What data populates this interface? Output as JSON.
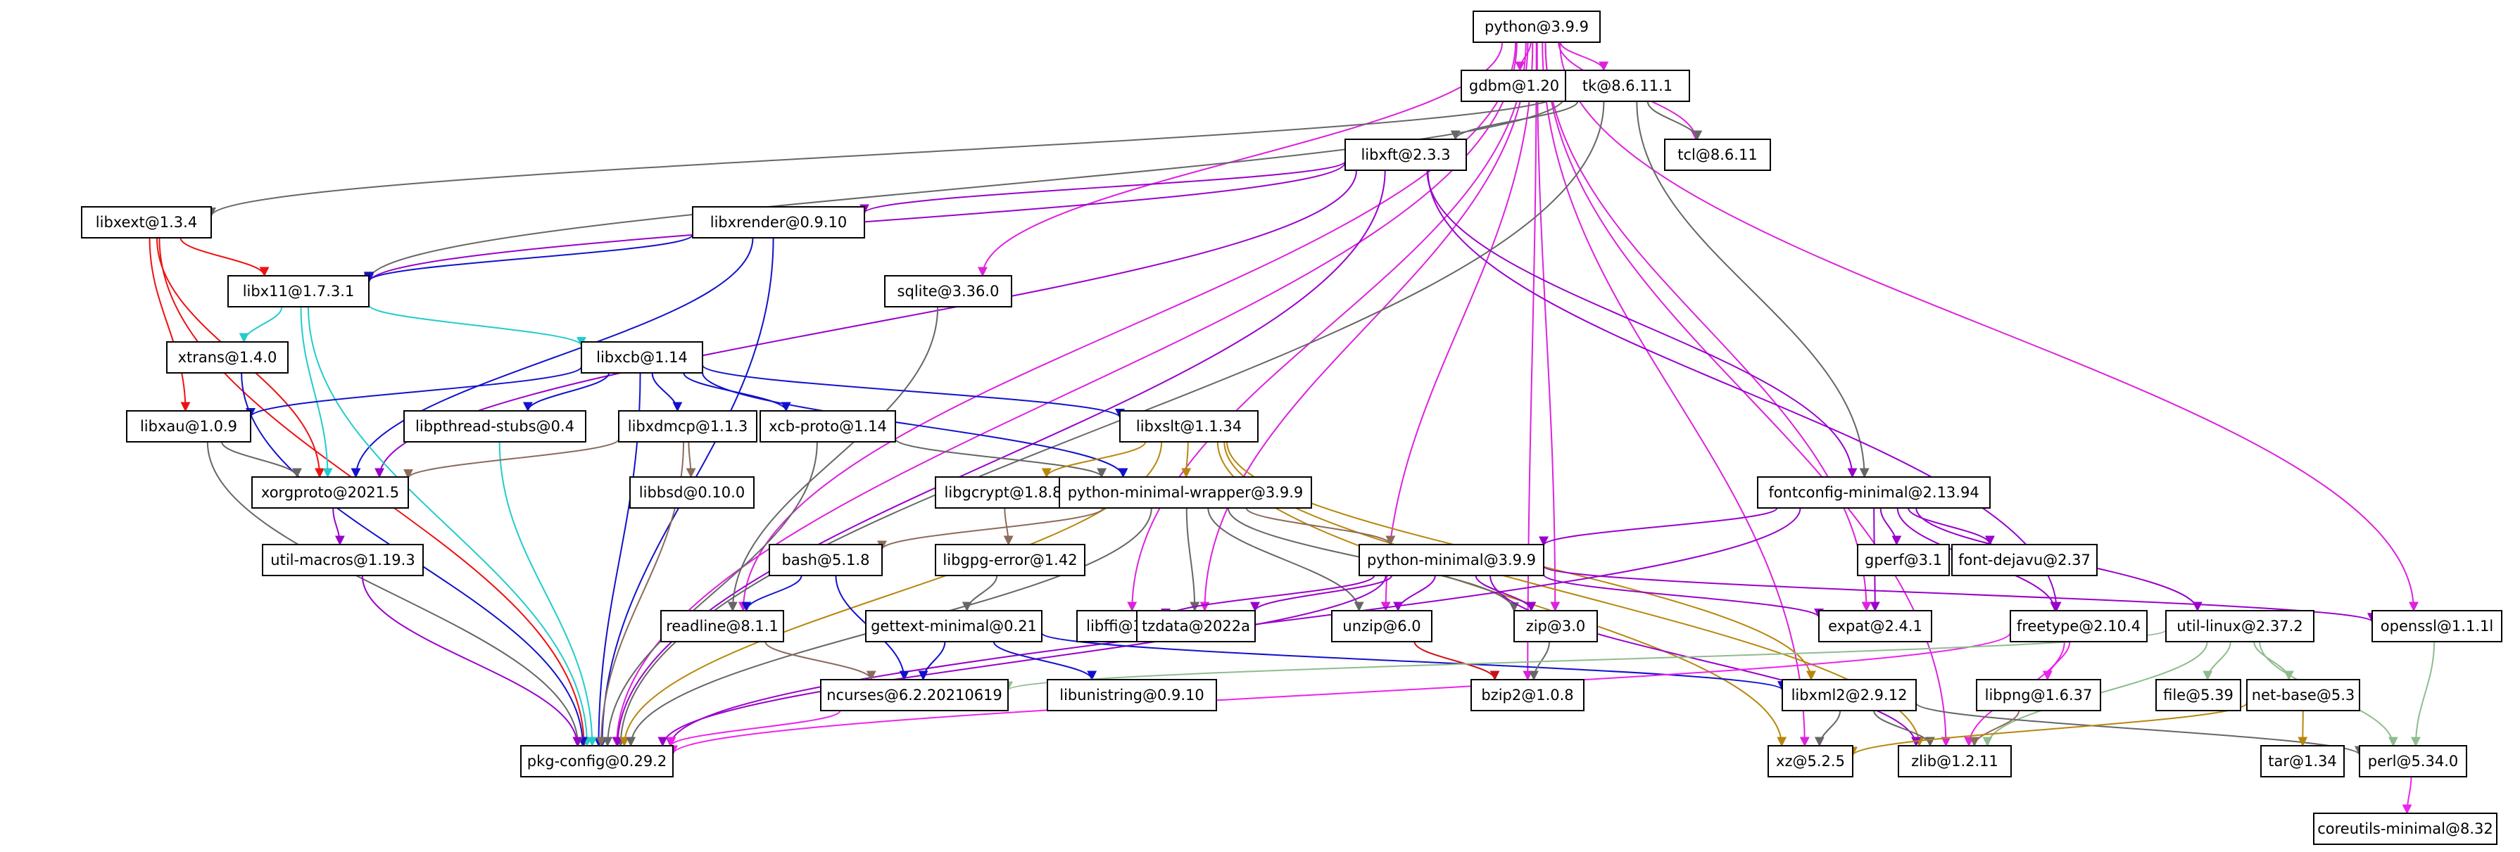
{
  "graph": {
    "nodes": [
      {
        "id": "python@3.9.9",
        "label": "python@3.9.9"
      },
      {
        "id": "gdbm@1.20",
        "label": "gdbm@1.20"
      },
      {
        "id": "tk@8.6.11.1",
        "label": "tk@8.6.11.1"
      },
      {
        "id": "tcl@8.6.11",
        "label": "tcl@8.6.11"
      },
      {
        "id": "libxft@2.3.3",
        "label": "libxft@2.3.3"
      },
      {
        "id": "libxext@1.3.4",
        "label": "libxext@1.3.4"
      },
      {
        "id": "libxrender@0.9.10",
        "label": "libxrender@0.9.10"
      },
      {
        "id": "libx11@1.7.3.1",
        "label": "libx11@1.7.3.1"
      },
      {
        "id": "sqlite@3.36.0",
        "label": "sqlite@3.36.0"
      },
      {
        "id": "xtrans@1.4.0",
        "label": "xtrans@1.4.0"
      },
      {
        "id": "libxcb@1.14",
        "label": "libxcb@1.14"
      },
      {
        "id": "libxau@1.0.9",
        "label": "libxau@1.0.9"
      },
      {
        "id": "libpthread-stubs@0.4",
        "label": "libpthread-stubs@0.4"
      },
      {
        "id": "libxdmcp@1.1.3",
        "label": "libxdmcp@1.1.3"
      },
      {
        "id": "xcb-proto@1.14",
        "label": "xcb-proto@1.14"
      },
      {
        "id": "libxslt@1.1.34",
        "label": "libxslt@1.1.34"
      },
      {
        "id": "xorgproto@2021.5",
        "label": "xorgproto@2021.5"
      },
      {
        "id": "libbsd@0.10.0",
        "label": "libbsd@0.10.0"
      },
      {
        "id": "libgcrypt@1.8.8",
        "label": "libgcrypt@1.8.8"
      },
      {
        "id": "python-minimal-wrapper@3.9.9",
        "label": "python-minimal-wrapper@3.9.9"
      },
      {
        "id": "fontconfig-minimal@2.13.94",
        "label": "fontconfig-minimal@2.13.94"
      },
      {
        "id": "util-macros@1.19.3",
        "label": "util-macros@1.19.3"
      },
      {
        "id": "libgpg-error@1.42",
        "label": "libgpg-error@1.42"
      },
      {
        "id": "bash@5.1.8",
        "label": "bash@5.1.8"
      },
      {
        "id": "python-minimal@3.9.9",
        "label": "python-minimal@3.9.9"
      },
      {
        "id": "gperf@3.1",
        "label": "gperf@3.1"
      },
      {
        "id": "font-dejavu@2.37",
        "label": "font-dejavu@2.37"
      },
      {
        "id": "readline@8.1.1",
        "label": "readline@8.1.1"
      },
      {
        "id": "gettext-minimal@0.21",
        "label": "gettext-minimal@0.21"
      },
      {
        "id": "libffi@3.3",
        "label": "libffi@3.3"
      },
      {
        "id": "tzdata@2022a",
        "label": "tzdata@2022a"
      },
      {
        "id": "unzip@6.0",
        "label": "unzip@6.0"
      },
      {
        "id": "zip@3.0",
        "label": "zip@3.0"
      },
      {
        "id": "expat@2.4.1",
        "label": "expat@2.4.1"
      },
      {
        "id": "freetype@2.10.4",
        "label": "freetype@2.10.4"
      },
      {
        "id": "util-linux@2.37.2",
        "label": "util-linux@2.37.2"
      },
      {
        "id": "openssl@1.1.1l",
        "label": "openssl@1.1.1l"
      },
      {
        "id": "ncurses@6.2.20210619",
        "label": "ncurses@6.2.20210619"
      },
      {
        "id": "libunistring@0.9.10",
        "label": "libunistring@0.9.10"
      },
      {
        "id": "bzip2@1.0.8",
        "label": "bzip2@1.0.8"
      },
      {
        "id": "libxml2@2.9.12",
        "label": "libxml2@2.9.12"
      },
      {
        "id": "libpng@1.6.37",
        "label": "libpng@1.6.37"
      },
      {
        "id": "file@5.39",
        "label": "file@5.39"
      },
      {
        "id": "net-base@5.3",
        "label": "net-base@5.3"
      },
      {
        "id": "pkg-config@0.29.2",
        "label": "pkg-config@0.29.2"
      },
      {
        "id": "xz@5.2.5",
        "label": "xz@5.2.5"
      },
      {
        "id": "zlib@1.2.11",
        "label": "zlib@1.2.11"
      },
      {
        "id": "tar@1.34",
        "label": "tar@1.34"
      },
      {
        "id": "perl@5.34.0",
        "label": "perl@5.34.0"
      },
      {
        "id": "coreutils-minimal@8.32",
        "label": "coreutils-minimal@8.32"
      }
    ],
    "edges": [
      {
        "from": "python@3.9.9",
        "to": "gdbm@1.20",
        "color": "#dd22dd"
      },
      {
        "from": "python@3.9.9",
        "to": "tk@8.6.11.1",
        "color": "#dd22dd"
      },
      {
        "from": "python@3.9.9",
        "to": "tcl@8.6.11",
        "color": "#dd22dd"
      },
      {
        "from": "python@3.9.9",
        "to": "sqlite@3.36.0",
        "color": "#dd22dd"
      },
      {
        "from": "python@3.9.9",
        "to": "readline@8.1.1",
        "color": "#dd22dd"
      },
      {
        "from": "python@3.9.9",
        "to": "libffi@3.3",
        "color": "#dd22dd"
      },
      {
        "from": "python@3.9.9",
        "to": "tzdata@2022a",
        "color": "#dd22dd"
      },
      {
        "from": "python@3.9.9",
        "to": "unzip@6.0",
        "color": "#dd22dd"
      },
      {
        "from": "python@3.9.9",
        "to": "zip@3.0",
        "color": "#dd22dd"
      },
      {
        "from": "python@3.9.9",
        "to": "bzip2@1.0.8",
        "color": "#dd22dd"
      },
      {
        "from": "python@3.9.9",
        "to": "expat@2.4.1",
        "color": "#dd22dd"
      },
      {
        "from": "python@3.9.9",
        "to": "openssl@1.1.1l",
        "color": "#dd22dd"
      },
      {
        "from": "python@3.9.9",
        "to": "zlib@1.2.11",
        "color": "#dd22dd"
      },
      {
        "from": "python@3.9.9",
        "to": "pkg-config@0.29.2",
        "color": "#dd22dd"
      },
      {
        "from": "python@3.9.9",
        "to": "xz@5.2.5",
        "color": "#dd22dd"
      },
      {
        "from": "tk@8.6.11.1",
        "to": "tcl@8.6.11",
        "color": "#666666"
      },
      {
        "from": "tk@8.6.11.1",
        "to": "libxft@2.3.3",
        "color": "#666666"
      },
      {
        "from": "tk@8.6.11.1",
        "to": "libxext@1.3.4",
        "color": "#666666"
      },
      {
        "from": "tk@8.6.11.1",
        "to": "libx11@1.7.3.1",
        "color": "#666666"
      },
      {
        "from": "tk@8.6.11.1",
        "to": "fontconfig-minimal@2.13.94",
        "color": "#666666"
      },
      {
        "from": "tk@8.6.11.1",
        "to": "pkg-config@0.29.2",
        "color": "#666666"
      },
      {
        "from": "libxft@2.3.3",
        "to": "libxrender@0.9.10",
        "color": "#9900cc"
      },
      {
        "from": "libxft@2.3.3",
        "to": "libx11@1.7.3.1",
        "color": "#9900cc"
      },
      {
        "from": "libxft@2.3.3",
        "to": "xorgproto@2021.5",
        "color": "#9900cc"
      },
      {
        "from": "libxft@2.3.3",
        "to": "fontconfig-minimal@2.13.94",
        "color": "#9900cc"
      },
      {
        "from": "libxft@2.3.3",
        "to": "freetype@2.10.4",
        "color": "#9900cc"
      },
      {
        "from": "libxft@2.3.3",
        "to": "pkg-config@0.29.2",
        "color": "#9900cc"
      },
      {
        "from": "libxext@1.3.4",
        "to": "libx11@1.7.3.1",
        "color": "#ee1111"
      },
      {
        "from": "libxext@1.3.4",
        "to": "libxau@1.0.9",
        "color": "#ee1111"
      },
      {
        "from": "libxext@1.3.4",
        "to": "xorgproto@2021.5",
        "color": "#ee1111"
      },
      {
        "from": "libxext@1.3.4",
        "to": "pkg-config@0.29.2",
        "color": "#ee1111"
      },
      {
        "from": "libxrender@0.9.10",
        "to": "libx11@1.7.3.1",
        "color": "#1111cc"
      },
      {
        "from": "libxrender@0.9.10",
        "to": "xorgproto@2021.5",
        "color": "#1111cc"
      },
      {
        "from": "libxrender@0.9.10",
        "to": "pkg-config@0.29.2",
        "color": "#1111cc"
      },
      {
        "from": "libx11@1.7.3.1",
        "to": "xtrans@1.4.0",
        "color": "#22cccc"
      },
      {
        "from": "libx11@1.7.3.1",
        "to": "libxcb@1.14",
        "color": "#22cccc"
      },
      {
        "from": "libx11@1.7.3.1",
        "to": "xorgproto@2021.5",
        "color": "#22cccc"
      },
      {
        "from": "libx11@1.7.3.1",
        "to": "pkg-config@0.29.2",
        "color": "#22cccc"
      },
      {
        "from": "sqlite@3.36.0",
        "to": "readline@8.1.1",
        "color": "#666666"
      },
      {
        "from": "xtrans@1.4.0",
        "to": "pkg-config@0.29.2",
        "color": "#1111cc"
      },
      {
        "from": "libxcb@1.14",
        "to": "libxau@1.0.9",
        "color": "#1111cc"
      },
      {
        "from": "libxcb@1.14",
        "to": "libpthread-stubs@0.4",
        "color": "#1111cc"
      },
      {
        "from": "libxcb@1.14",
        "to": "libxdmcp@1.1.3",
        "color": "#1111cc"
      },
      {
        "from": "libxcb@1.14",
        "to": "xcb-proto@1.14",
        "color": "#1111cc"
      },
      {
        "from": "libxcb@1.14",
        "to": "libxslt@1.1.34",
        "color": "#1111cc"
      },
      {
        "from": "libxcb@1.14",
        "to": "python-minimal-wrapper@3.9.9",
        "color": "#1111cc"
      },
      {
        "from": "libxcb@1.14",
        "to": "pkg-config@0.29.2",
        "color": "#1111cc"
      },
      {
        "from": "libxau@1.0.9",
        "to": "xorgproto@2021.5",
        "color": "#666666"
      },
      {
        "from": "libxau@1.0.9",
        "to": "pkg-config@0.29.2",
        "color": "#666666"
      },
      {
        "from": "libpthread-stubs@0.4",
        "to": "pkg-config@0.29.2",
        "color": "#22cccc"
      },
      {
        "from": "libxdmcp@1.1.3",
        "to": "xorgproto@2021.5",
        "color": "#8b6b5a"
      },
      {
        "from": "libxdmcp@1.1.3",
        "to": "libbsd@0.10.0",
        "color": "#8b6b5a"
      },
      {
        "from": "libxdmcp@1.1.3",
        "to": "pkg-config@0.29.2",
        "color": "#8b6b5a"
      },
      {
        "from": "xcb-proto@1.14",
        "to": "python-minimal-wrapper@3.9.9",
        "color": "#666666"
      },
      {
        "from": "xcb-proto@1.14",
        "to": "pkg-config@0.29.2",
        "color": "#666666"
      },
      {
        "from": "libxslt@1.1.34",
        "to": "libgcrypt@1.8.8",
        "color": "#b8860b"
      },
      {
        "from": "libxslt@1.1.34",
        "to": "python-minimal-wrapper@3.9.9",
        "color": "#b8860b"
      },
      {
        "from": "libxslt@1.1.34",
        "to": "libxml2@2.9.12",
        "color": "#b8860b"
      },
      {
        "from": "libxslt@1.1.34",
        "to": "xz@5.2.5",
        "color": "#b8860b"
      },
      {
        "from": "libxslt@1.1.34",
        "to": "zlib@1.2.11",
        "color": "#b8860b"
      },
      {
        "from": "libxslt@1.1.34",
        "to": "pkg-config@0.29.2",
        "color": "#b8860b"
      },
      {
        "from": "xorgproto@2021.5",
        "to": "util-macros@1.19.3",
        "color": "#9900cc"
      },
      {
        "from": "util-macros@1.19.3",
        "to": "pkg-config@0.29.2",
        "color": "#9900cc"
      },
      {
        "from": "libgcrypt@1.8.8",
        "to": "libgpg-error@1.42",
        "color": "#8b6b5a"
      },
      {
        "from": "libgpg-error@1.42",
        "to": "gettext-minimal@0.21",
        "color": "#666666"
      },
      {
        "from": "python-minimal-wrapper@3.9.9",
        "to": "bash@5.1.8",
        "color": "#8b6b5a"
      },
      {
        "from": "python-minimal-wrapper@3.9.9",
        "to": "python-minimal@3.9.9",
        "color": "#8b6b5a"
      },
      {
        "from": "python-minimal-wrapper@3.9.9",
        "to": "tzdata@2022a",
        "color": "#666666"
      },
      {
        "from": "python-minimal-wrapper@3.9.9",
        "to": "unzip@6.0",
        "color": "#666666"
      },
      {
        "from": "python-minimal-wrapper@3.9.9",
        "to": "zip@3.0",
        "color": "#666666"
      },
      {
        "from": "python-minimal-wrapper@3.9.9",
        "to": "pkg-config@0.29.2",
        "color": "#666666"
      },
      {
        "from": "fontconfig-minimal@2.13.94",
        "to": "python-minimal@3.9.9",
        "color": "#9900cc"
      },
      {
        "from": "fontconfig-minimal@2.13.94",
        "to": "gperf@3.1",
        "color": "#9900cc"
      },
      {
        "from": "fontconfig-minimal@2.13.94",
        "to": "font-dejavu@2.37",
        "color": "#9900cc"
      },
      {
        "from": "fontconfig-minimal@2.13.94",
        "to": "expat@2.4.1",
        "color": "#9900cc"
      },
      {
        "from": "fontconfig-minimal@2.13.94",
        "to": "freetype@2.10.4",
        "color": "#9900cc"
      },
      {
        "from": "fontconfig-minimal@2.13.94",
        "to": "util-linux@2.37.2",
        "color": "#9900cc"
      },
      {
        "from": "fontconfig-minimal@2.13.94",
        "to": "pkg-config@0.29.2",
        "color": "#9900cc"
      },
      {
        "from": "bash@5.1.8",
        "to": "readline@8.1.1",
        "color": "#1111cc"
      },
      {
        "from": "bash@5.1.8",
        "to": "ncurses@6.2.20210619",
        "color": "#1111cc"
      },
      {
        "from": "python-minimal@3.9.9",
        "to": "libffi@3.3",
        "color": "#9900cc"
      },
      {
        "from": "python-minimal@3.9.9",
        "to": "tzdata@2022a",
        "color": "#9900cc"
      },
      {
        "from": "python-minimal@3.9.9",
        "to": "unzip@6.0",
        "color": "#9900cc"
      },
      {
        "from": "python-minimal@3.9.9",
        "to": "zip@3.0",
        "color": "#9900cc"
      },
      {
        "from": "python-minimal@3.9.9",
        "to": "expat@2.4.1",
        "color": "#9900cc"
      },
      {
        "from": "python-minimal@3.9.9",
        "to": "openssl@1.1.1l",
        "color": "#9900cc"
      },
      {
        "from": "python-minimal@3.9.9",
        "to": "zlib@1.2.11",
        "color": "#9900cc"
      },
      {
        "from": "python-minimal@3.9.9",
        "to": "pkg-config@0.29.2",
        "color": "#9900cc"
      },
      {
        "from": "readline@8.1.1",
        "to": "ncurses@6.2.20210619",
        "color": "#8b6b5a"
      },
      {
        "from": "gettext-minimal@0.21",
        "to": "ncurses@6.2.20210619",
        "color": "#1111cc"
      },
      {
        "from": "gettext-minimal@0.21",
        "to": "libunistring@0.9.10",
        "color": "#1111cc"
      },
      {
        "from": "gettext-minimal@0.21",
        "to": "libxml2@2.9.12",
        "color": "#1111cc"
      },
      {
        "from": "unzip@6.0",
        "to": "bzip2@1.0.8",
        "color": "#cc1111"
      },
      {
        "from": "zip@3.0",
        "to": "bzip2@1.0.8",
        "color": "#666666"
      },
      {
        "from": "freetype@2.10.4",
        "to": "libpng@1.6.37",
        "color": "#ee22ee"
      },
      {
        "from": "freetype@2.10.4",
        "to": "zlib@1.2.11",
        "color": "#ee22ee"
      },
      {
        "from": "freetype@2.10.4",
        "to": "pkg-config@0.29.2",
        "color": "#ee22ee"
      },
      {
        "from": "util-linux@2.37.2",
        "to": "file@5.39",
        "color": "#8fbc8f"
      },
      {
        "from": "util-linux@2.37.2",
        "to": "net-base@5.3",
        "color": "#8fbc8f"
      },
      {
        "from": "util-linux@2.37.2",
        "to": "ncurses@6.2.20210619",
        "color": "#8fbc8f"
      },
      {
        "from": "util-linux@2.37.2",
        "to": "zlib@1.2.11",
        "color": "#8fbc8f"
      },
      {
        "from": "util-linux@2.37.2",
        "to": "perl@5.34.0",
        "color": "#8fbc8f"
      },
      {
        "from": "openssl@1.1.1l",
        "to": "perl@5.34.0",
        "color": "#8fbc8f"
      },
      {
        "from": "ncurses@6.2.20210619",
        "to": "pkg-config@0.29.2",
        "color": "#ee22ee"
      },
      {
        "from": "libxml2@2.9.12",
        "to": "xz@5.2.5",
        "color": "#666666"
      },
      {
        "from": "libxml2@2.9.12",
        "to": "zlib@1.2.11",
        "color": "#666666"
      },
      {
        "from": "libxml2@2.9.12",
        "to": "perl@5.34.0",
        "color": "#666666"
      },
      {
        "from": "libpng@1.6.37",
        "to": "zlib@1.2.11",
        "color": "#8b6b5a"
      },
      {
        "from": "net-base@5.3",
        "to": "tar@1.34",
        "color": "#b8860b"
      },
      {
        "from": "net-base@5.3",
        "to": "xz@5.2.5",
        "color": "#b8860b"
      },
      {
        "from": "perl@5.34.0",
        "to": "coreutils-minimal@8.32",
        "color": "#ee22ee"
      }
    ]
  }
}
